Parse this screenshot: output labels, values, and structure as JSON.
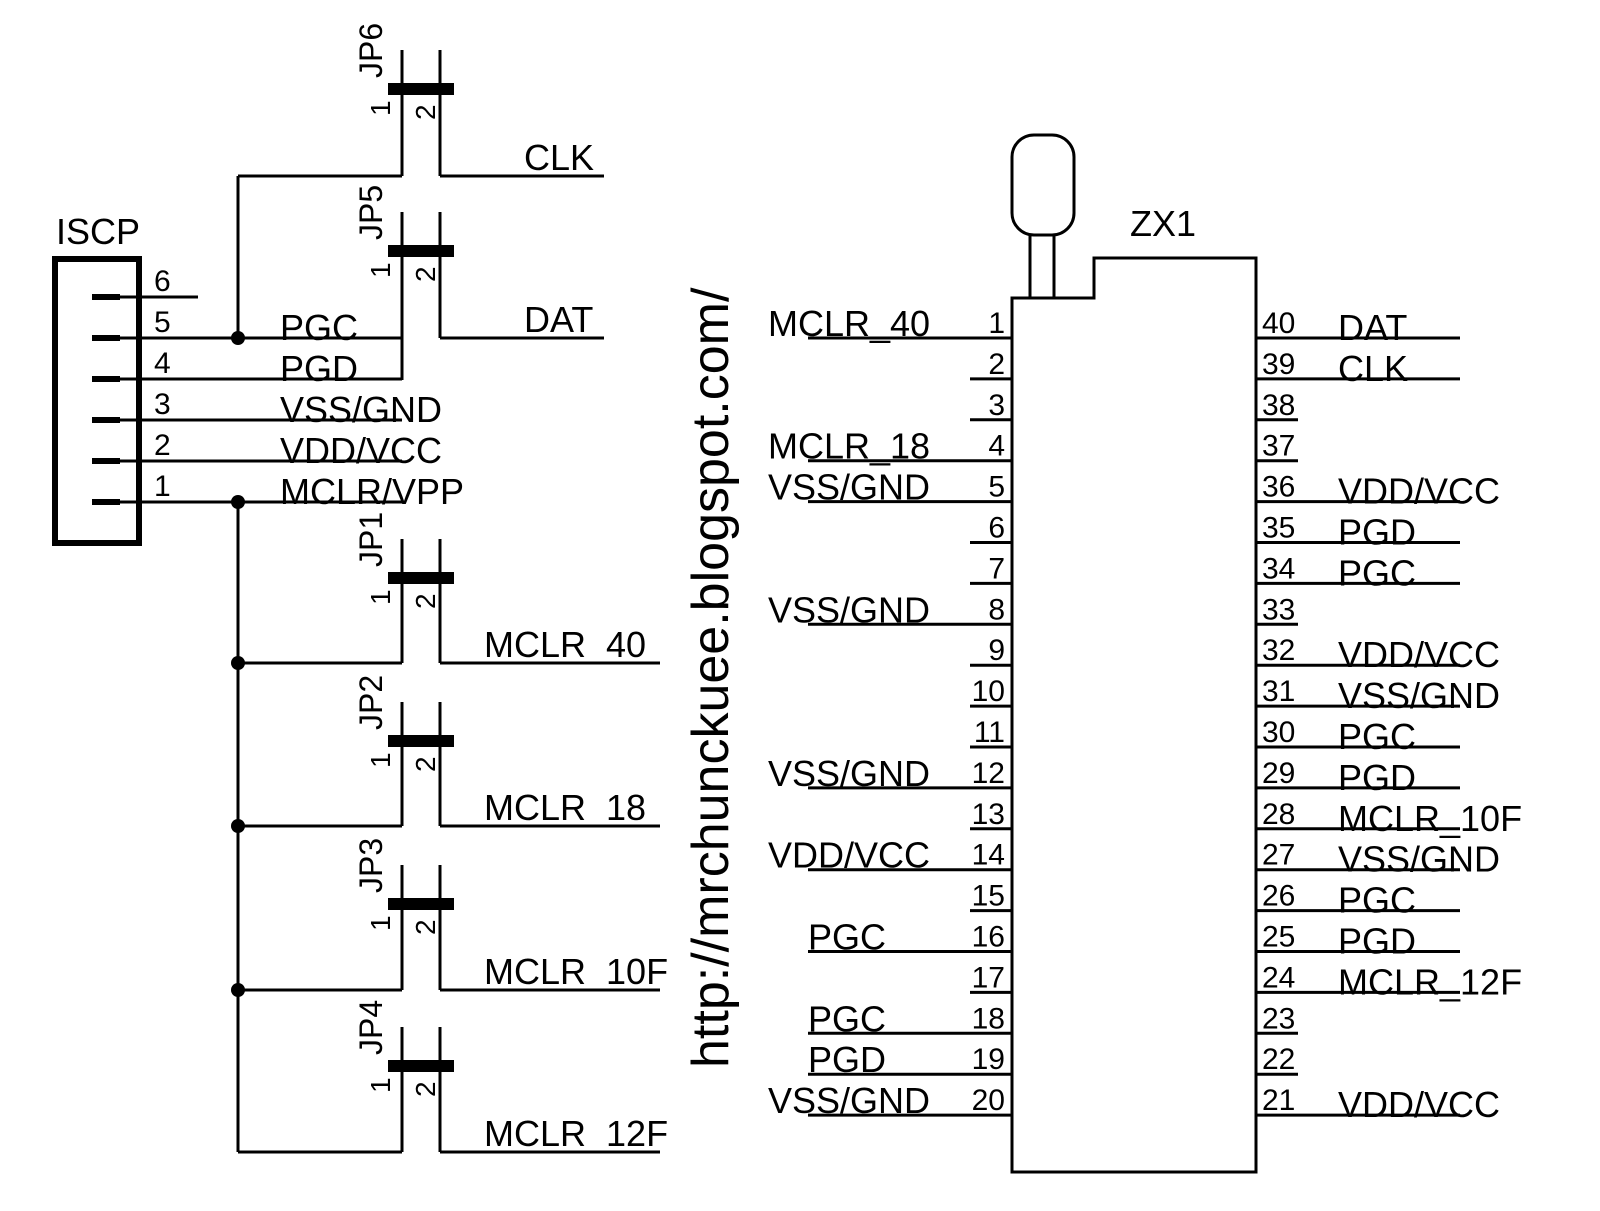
{
  "header": {
    "iscp_title": "ISCP",
    "socket_title": "ZX1",
    "watermark": "http://mrchunckuee.blogspot.com/"
  },
  "iscp": {
    "pins": [
      {
        "num": "6",
        "label": ""
      },
      {
        "num": "5",
        "label": "PGC"
      },
      {
        "num": "4",
        "label": "PGD"
      },
      {
        "num": "3",
        "label": "VSS/GND"
      },
      {
        "num": "2",
        "label": "VDD/VCC"
      },
      {
        "num": "1",
        "label": "MCLR/VPP"
      }
    ]
  },
  "jumpers": [
    {
      "name": "JP6",
      "pin1": "1",
      "pin2": "2",
      "net": "CLK"
    },
    {
      "name": "JP5",
      "pin1": "1",
      "pin2": "2",
      "net": "DAT"
    },
    {
      "name": "JP1",
      "pin1": "1",
      "pin2": "2",
      "net": "MCLR_40"
    },
    {
      "name": "JP2",
      "pin1": "1",
      "pin2": "2",
      "net": "MCLR_18"
    },
    {
      "name": "JP3",
      "pin1": "1",
      "pin2": "2",
      "net": "MCLR_10F"
    },
    {
      "name": "JP4",
      "pin1": "1",
      "pin2": "2",
      "net": "MCLR_12F"
    }
  ],
  "socket": {
    "left_pins": [
      {
        "num": "1",
        "net": "MCLR_40"
      },
      {
        "num": "2",
        "net": ""
      },
      {
        "num": "3",
        "net": ""
      },
      {
        "num": "4",
        "net": "MCLR_18"
      },
      {
        "num": "5",
        "net": "VSS/GND"
      },
      {
        "num": "6",
        "net": ""
      },
      {
        "num": "7",
        "net": ""
      },
      {
        "num": "8",
        "net": "VSS/GND"
      },
      {
        "num": "9",
        "net": ""
      },
      {
        "num": "10",
        "net": ""
      },
      {
        "num": "11",
        "net": ""
      },
      {
        "num": "12",
        "net": "VSS/GND"
      },
      {
        "num": "13",
        "net": ""
      },
      {
        "num": "14",
        "net": "VDD/VCC"
      },
      {
        "num": "15",
        "net": ""
      },
      {
        "num": "16",
        "net": "PGC"
      },
      {
        "num": "17",
        "net": ""
      },
      {
        "num": "18",
        "net": "PGC"
      },
      {
        "num": "19",
        "net": "PGD"
      },
      {
        "num": "20",
        "net": "VSS/GND"
      }
    ],
    "right_pins": [
      {
        "num": "40",
        "net": "DAT"
      },
      {
        "num": "39",
        "net": "CLK"
      },
      {
        "num": "38",
        "net": ""
      },
      {
        "num": "37",
        "net": ""
      },
      {
        "num": "36",
        "net": "VDD/VCC"
      },
      {
        "num": "35",
        "net": "PGD"
      },
      {
        "num": "34",
        "net": "PGC"
      },
      {
        "num": "33",
        "net": ""
      },
      {
        "num": "32",
        "net": "VDD/VCC"
      },
      {
        "num": "31",
        "net": "VSS/GND"
      },
      {
        "num": "30",
        "net": "PGC"
      },
      {
        "num": "29",
        "net": "PGD"
      },
      {
        "num": "28",
        "net": "MCLR_10F"
      },
      {
        "num": "27",
        "net": "VSS/GND"
      },
      {
        "num": "26",
        "net": "PGC"
      },
      {
        "num": "25",
        "net": "PGD"
      },
      {
        "num": "24",
        "net": "MCLR_12F"
      },
      {
        "num": "23",
        "net": ""
      },
      {
        "num": "22",
        "net": ""
      },
      {
        "num": "21",
        "net": "VDD/VCC"
      }
    ]
  }
}
